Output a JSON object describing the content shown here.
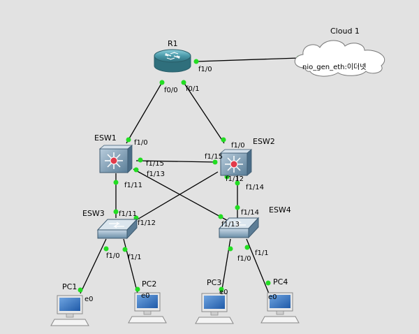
{
  "topology": {
    "nodes": [
      {
        "id": "R1",
        "label": "R1",
        "type": "router"
      },
      {
        "id": "Cloud1",
        "label": "Cloud 1",
        "type": "cloud"
      },
      {
        "id": "ESW1",
        "label": "ESW1",
        "type": "multilayer-switch"
      },
      {
        "id": "ESW2",
        "label": "ESW2",
        "type": "multilayer-switch"
      },
      {
        "id": "ESW3",
        "label": "ESW3",
        "type": "switch"
      },
      {
        "id": "ESW4",
        "label": "ESW4",
        "type": "switch"
      },
      {
        "id": "PC1",
        "label": "PC1",
        "type": "pc"
      },
      {
        "id": "PC2",
        "label": "PC2",
        "type": "pc"
      },
      {
        "id": "PC3",
        "label": "PC3",
        "type": "pc"
      },
      {
        "id": "PC4",
        "label": "PC4",
        "type": "pc"
      }
    ],
    "links": [
      {
        "from": "R1",
        "from_port": "f1/0",
        "to": "Cloud1",
        "to_port": "nio_gen_eth:이더넷"
      },
      {
        "from": "R1",
        "from_port": "f0/0",
        "to": "ESW1",
        "to_port": "f1/0"
      },
      {
        "from": "R1",
        "from_port": "f0/1",
        "to": "ESW2",
        "to_port": "f1/0"
      },
      {
        "from": "ESW1",
        "from_port": "f1/15",
        "to": "ESW2",
        "to_port": "f1/15"
      },
      {
        "from": "ESW1",
        "from_port": "f1/11",
        "to": "ESW3",
        "to_port": "f1/11"
      },
      {
        "from": "ESW1",
        "from_port": "f1/13",
        "to": "ESW4",
        "to_port": "f1/13"
      },
      {
        "from": "ESW2",
        "from_port": "f1/12",
        "to": "ESW3",
        "to_port": "f1/12"
      },
      {
        "from": "ESW2",
        "from_port": "f1/14",
        "to": "ESW4",
        "to_port": "f1/14"
      },
      {
        "from": "ESW3",
        "from_port": "f1/0",
        "to": "PC1",
        "to_port": "e0"
      },
      {
        "from": "ESW3",
        "from_port": "f1/1",
        "to": "PC2",
        "to_port": "e0"
      },
      {
        "from": "ESW4",
        "from_port": "f1/0",
        "to": "PC3",
        "to_port": "e0"
      },
      {
        "from": "ESW4",
        "from_port": "f1/1",
        "to": "PC4",
        "to_port": "e0"
      }
    ]
  },
  "colors": {
    "background": "#e2e2e2",
    "port_dot": "#22dd22",
    "link": "#000000",
    "router_body": "#4a9aaa",
    "switch_body": "#6b8fa8",
    "multilayer_core": "#e23a4a"
  },
  "icons": {
    "router": "router-icon",
    "cloud": "cloud-icon",
    "multilayer-switch": "multilayer-switch-icon",
    "switch": "switch-icon",
    "pc": "pc-icon"
  }
}
